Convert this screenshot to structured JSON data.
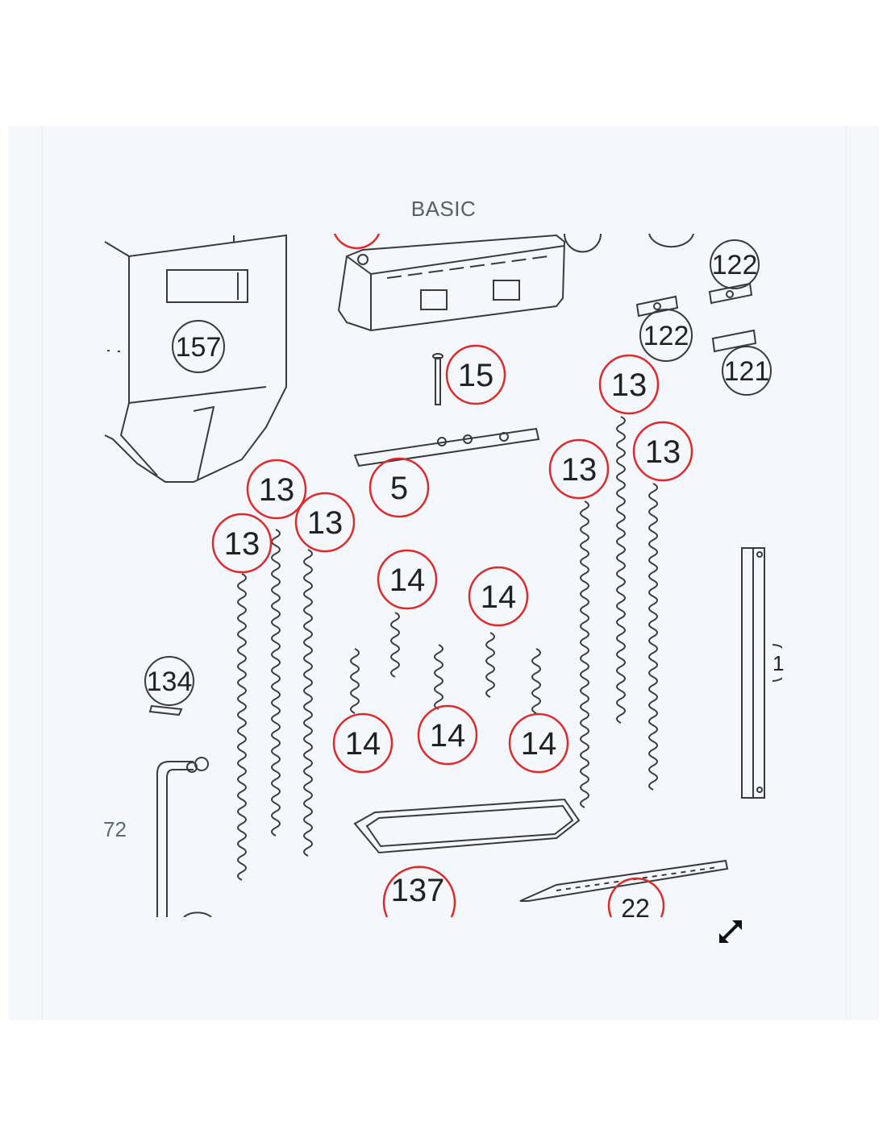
{
  "diagram": {
    "title": "BASIC",
    "partial_labels": {
      "left_edge": "72",
      "right_edge": "1"
    },
    "plain_callouts": [
      "157",
      "134",
      "122",
      "122",
      "121"
    ],
    "red_callouts": [
      "15",
      "5",
      "13",
      "13",
      "13",
      "13",
      "13",
      "13",
      "14",
      "14",
      "14",
      "14",
      "14",
      "137",
      "22"
    ]
  },
  "controls": {
    "expand_icon": "expand-arrows-icon"
  },
  "colors": {
    "callout_red": "#e02a2a",
    "line_art": "#3a3a3a",
    "background": "#f4f8fc"
  }
}
